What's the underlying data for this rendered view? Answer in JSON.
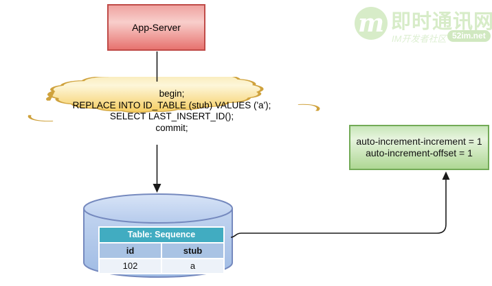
{
  "watermark": {
    "logo_letter": "m",
    "site_name": "即时通讯网",
    "community": "IM开发者社区",
    "badge": "52im.net"
  },
  "diagram": {
    "app_server": {
      "label": "App-Server"
    },
    "sql_cloud": {
      "lines": [
        "begin;",
        "REPLACE INTO ID_TABLE (stub) VALUES ('a');",
        "SELECT LAST_INSERT_ID();",
        "commit;"
      ]
    },
    "config_note": {
      "lines": [
        "auto-increment-increment = 1",
        "auto-increment-offset = 1"
      ]
    },
    "database": {
      "table_title": "Table: Sequence",
      "columns": [
        "id",
        "stub"
      ],
      "rows": [
        [
          "102",
          "a"
        ]
      ]
    },
    "colors": {
      "app_server_fill": "#e7736f",
      "app_server_border": "#bf4a47",
      "cloud_fill": "#f6cd5f",
      "cloud_border": "#cfa23d",
      "cylinder_fill": "#aec5e8",
      "cylinder_border": "#7589be",
      "table_header": "#41acc1",
      "table_subheader": "#a9c3e4",
      "table_row": "#edf2f9",
      "note_fill": "#aed794",
      "note_border": "#72aa56",
      "connector": "#1a1a1a",
      "watermark_green": "#d7ecc8"
    }
  }
}
